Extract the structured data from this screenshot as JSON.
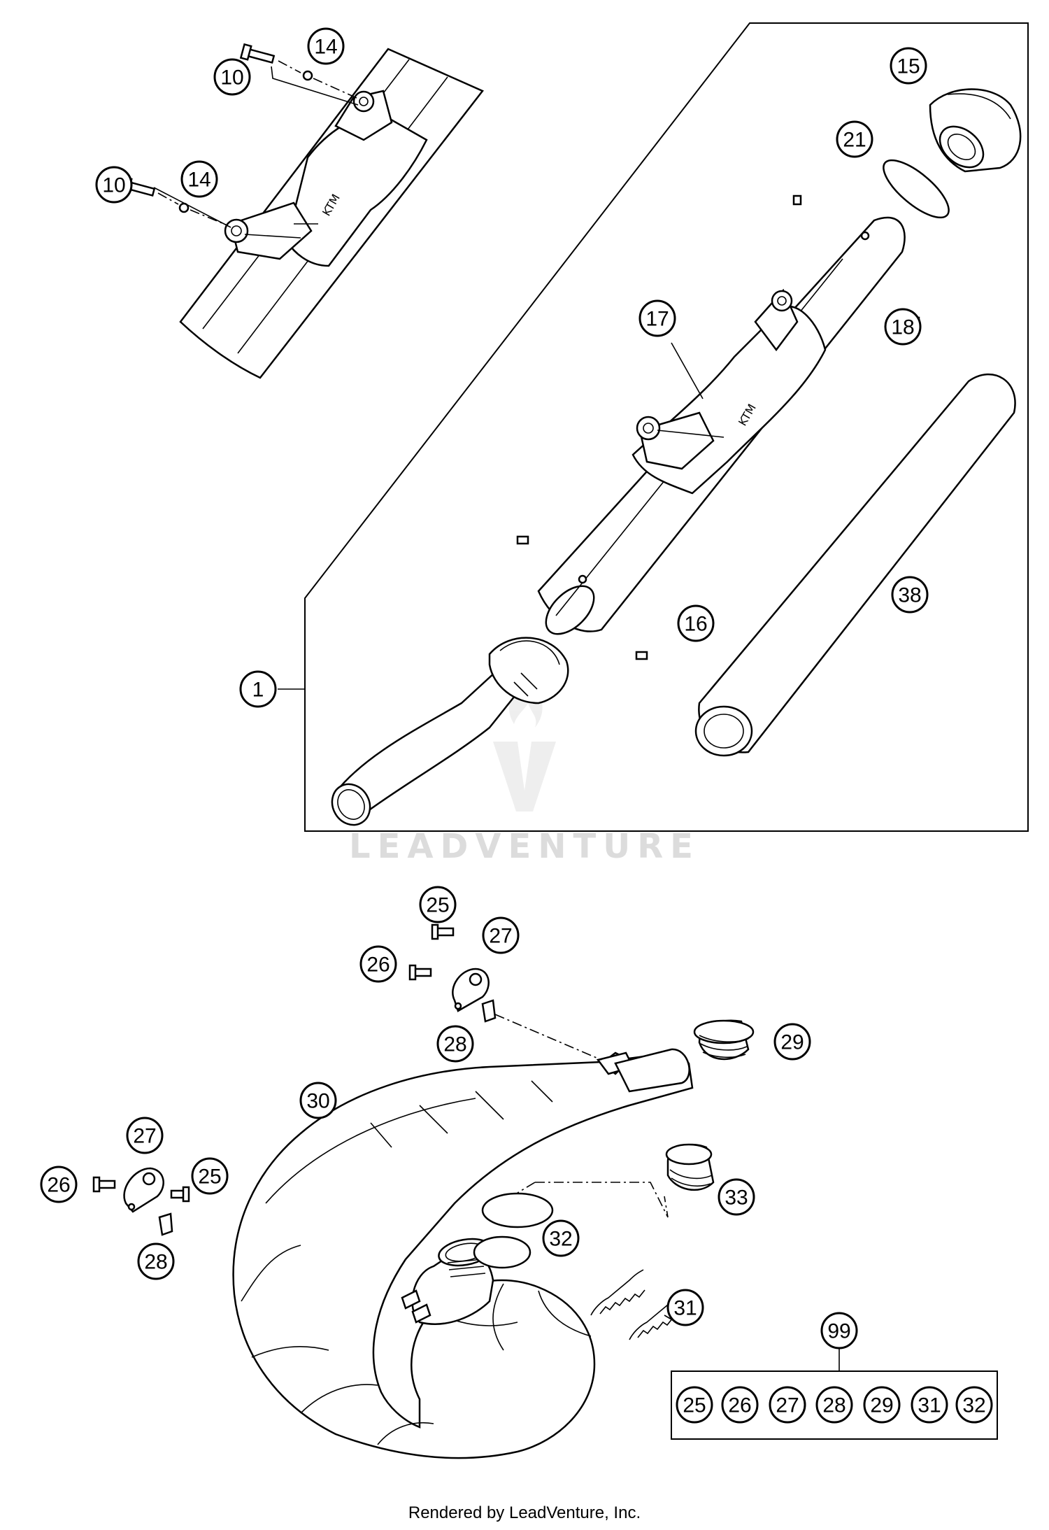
{
  "callouts": {
    "c1": "1",
    "c10a": "10",
    "c10b": "10",
    "c14a": "14",
    "c14b": "14",
    "c15": "15",
    "c16": "16",
    "c17": "17",
    "c18": "18",
    "c21": "21",
    "c38": "38",
    "c25a": "25",
    "c25b": "25",
    "c26a": "26",
    "c26b": "26",
    "c27a": "27",
    "c27b": "27",
    "c28a": "28",
    "c28b": "28",
    "c29": "29",
    "c30": "30",
    "c31": "31",
    "c32": "32",
    "c33": "33",
    "c99": "99"
  },
  "kit_items": [
    "25",
    "26",
    "27",
    "28",
    "29",
    "31",
    "32"
  ],
  "watermark": "LEADVENTURE",
  "footer": "Rendered by LeadVenture, Inc.",
  "colors": {
    "line": "#000000",
    "watermark": "#dcdcdc",
    "background": "#ffffff"
  }
}
